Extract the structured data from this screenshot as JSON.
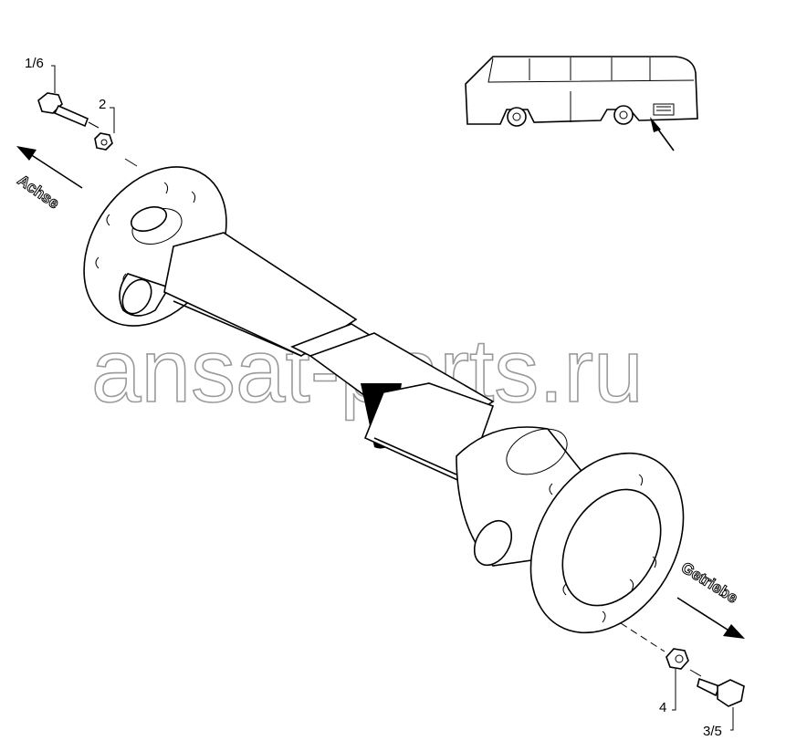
{
  "diagram": {
    "part_labels": {
      "bolt_axle_side": "1/6",
      "nut_axle_side": "2",
      "nut_gearbox_side": "4",
      "bolt_gearbox_side": "3/5"
    },
    "direction_labels": {
      "axle": "Achse",
      "gearbox": "Getriebe"
    },
    "watermark": "ansat-parts.ru"
  }
}
